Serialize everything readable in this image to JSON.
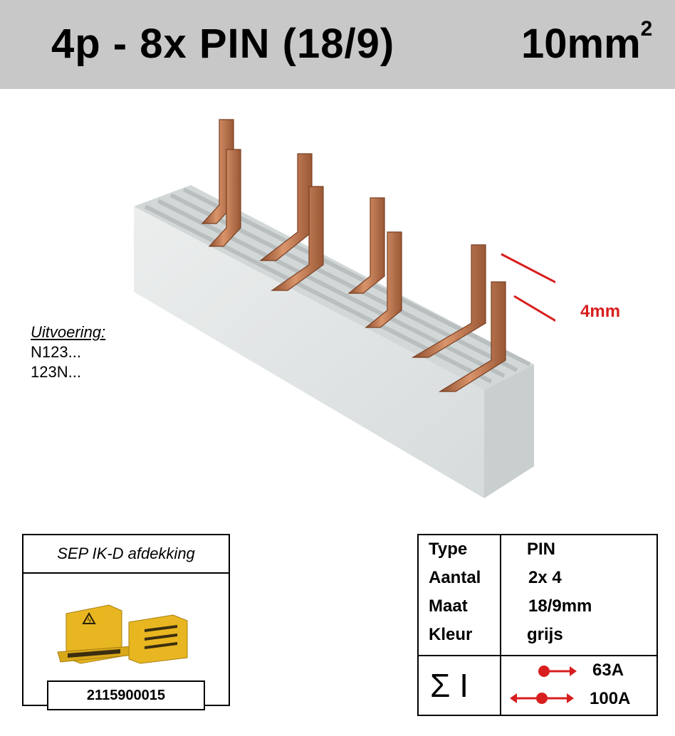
{
  "header": {
    "title": "4p - 8x PIN (18/9)",
    "size_value": "10mm",
    "size_exponent": "2"
  },
  "dimension_label": "4mm",
  "variants": {
    "heading": "Uitvoering:",
    "items": [
      "N123...",
      "123N..."
    ]
  },
  "cover": {
    "title": "SEP IK-D afdekking",
    "code": "2115900015"
  },
  "spec": {
    "rows": [
      {
        "label": "Type",
        "value": "PIN"
      },
      {
        "label": "Aantal",
        "value": "2x 4"
      },
      {
        "label": "Maat",
        "value": "18/9mm"
      },
      {
        "label": "Kleur",
        "value": "grijs"
      }
    ],
    "sigma_symbol": "Σ I",
    "ratings": [
      "63A",
      "100A"
    ]
  },
  "colors": {
    "header_bg": "#c8c8c8",
    "accent_red": "#d81e1e",
    "copper": "#c07a52",
    "housing": "#e3e6e6",
    "cover_yellow": "#e8b621"
  }
}
